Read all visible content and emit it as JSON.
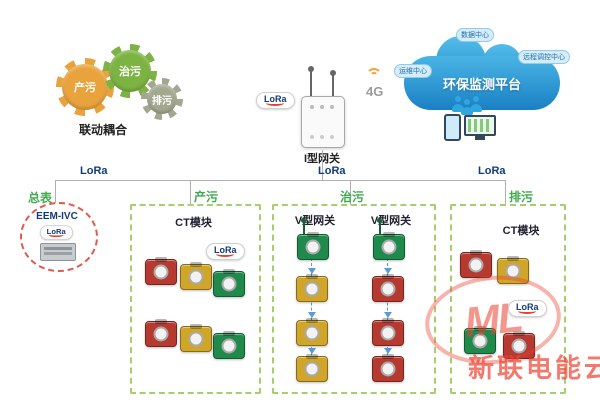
{
  "colors": {
    "module_red": "#b63a30",
    "module_yellow": "#d0a62a",
    "module_green": "#1f8a4c",
    "cloud_blue": "#2fa6dd",
    "navy": "#123a7d",
    "box_green": "#a5cf6b",
    "title_green": "#3faa4e",
    "line": "#b0b0b0",
    "watermark": "#e8402f",
    "gear_orange": "#e8a33d",
    "gear_green": "#7cb342",
    "gear_gray": "#a3a78f"
  },
  "gears": {
    "g1": "产污",
    "g2": "治污",
    "g3": "排污",
    "caption": "联动耦合"
  },
  "gateway": {
    "label": "I型网关",
    "net": "4G"
  },
  "labels": {
    "lora": "LoRa"
  },
  "cloud": {
    "title": "环保监测平台",
    "node_top": "数据中心",
    "node_left": "运维中心",
    "node_right": "远程调控中心"
  },
  "meter": {
    "title": "总表",
    "model": "EEM-IVC"
  },
  "boxes": {
    "chanwu": {
      "title": "产污",
      "device": "CT模块"
    },
    "zhiwu": {
      "title": "治污",
      "gw_left": "V型网关",
      "gw_right": "V型网关"
    },
    "paiwu": {
      "title": "排污",
      "device": "CT模块"
    }
  },
  "watermark": {
    "logo": "ML",
    "text": "新联电能云"
  }
}
